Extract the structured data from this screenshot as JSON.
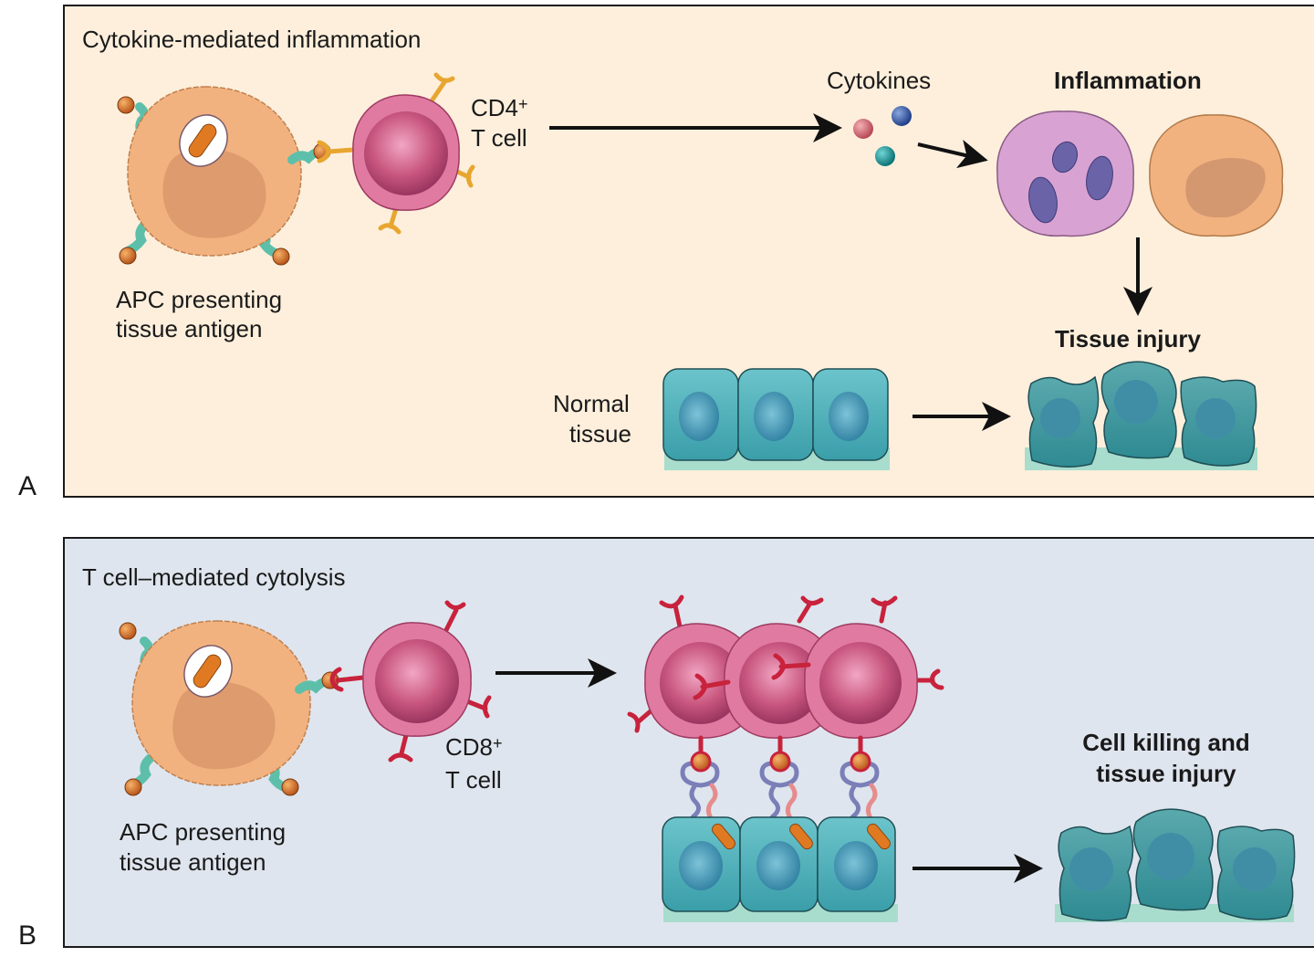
{
  "figure": {
    "panels": [
      {
        "letter": "A",
        "title": "Cytokine-mediated inflammation",
        "apc_label_line1": "APC presenting",
        "apc_label_line2": "tissue antigen",
        "tcell_label_main": "CD4",
        "tcell_label_sup": "+",
        "tcell_label_line2": "T cell",
        "cytokines_label": "Cytokines",
        "inflammation_label": "Inflammation",
        "tissue_injury_label": "Tissue injury",
        "normal_tissue_line1": "Normal",
        "normal_tissue_line2": "tissue"
      },
      {
        "letter": "B",
        "title": "T cell–mediated cytolysis",
        "apc_label_line1": "APC presenting",
        "apc_label_line2": "tissue antigen",
        "tcell_label_main": "CD8",
        "tcell_label_sup": "+",
        "tcell_label_line2": "T cell",
        "outcome_line1": "Cell killing and",
        "outcome_line2": "tissue injury"
      }
    ],
    "colors": {
      "panel_a_bg": "#fdefdc",
      "panel_b_bg": "#dfe5ee",
      "apc_body": "#f2b27f",
      "apc_nucleus": "#d9976b",
      "antigen": "#e07a22",
      "mhc": "#5dbfaa",
      "tcell": "#d9658f",
      "cd4_receptor": "#e8a630",
      "cd8_receptor": "#c8223c",
      "epithelium": "#4fb3be",
      "epithelium_nucleus": "#3f94b0",
      "basement": "#a8dccd",
      "neutrophil": "#d8a3d2",
      "neutrophil_nucleus": "#6a63a8",
      "cytokine_red": "#d9737b",
      "cytokine_blue": "#3d5ea8",
      "cytokine_teal": "#1d9a9c"
    }
  }
}
